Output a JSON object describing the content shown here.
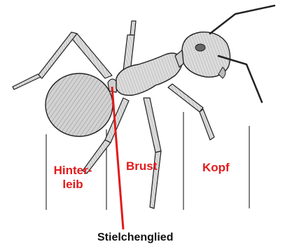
{
  "labels": {
    "hinterleib_line1": "Hinter-",
    "hinterleib_line2": "leib",
    "brust": "Brust",
    "kopf": "Kopf",
    "stielchenglied": "Stielchenglied"
  },
  "colors": {
    "label_red": "#e21a1a",
    "label_black": "#111111",
    "pointer_line": "#e21a1a",
    "outline": "#222222",
    "body_fill": "#c8c8c8",
    "body_shade": "#9a9a9a",
    "divider": "#333333"
  }
}
